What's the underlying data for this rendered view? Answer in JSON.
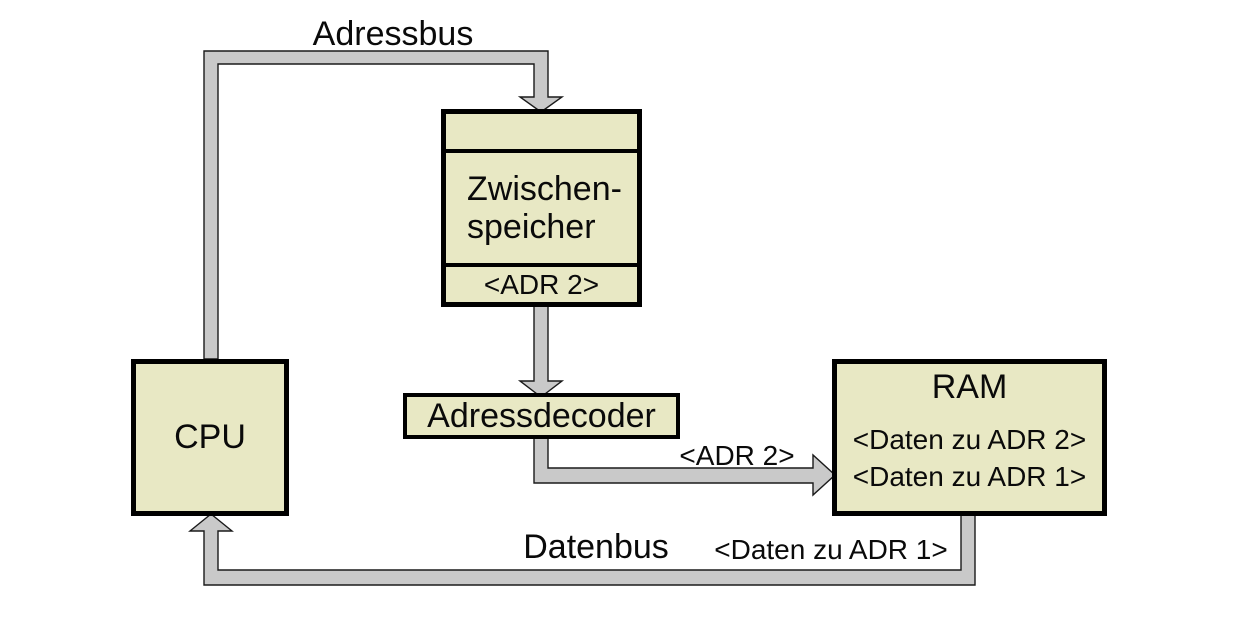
{
  "labels": {
    "adressbus": "Adressbus",
    "datenbus": "Datenbus"
  },
  "cpu": {
    "label": "CPU"
  },
  "buffer": {
    "name_line1": "Zwischen-",
    "name_line2": "speicher",
    "register": "<ADR 2>"
  },
  "decoder": {
    "label": "Adressdecoder"
  },
  "ram": {
    "title": "RAM",
    "cells": [
      "<Daten zu ADR 2>",
      "<Daten zu ADR 1>"
    ]
  },
  "bus_labels": {
    "adr2": "<ADR 2>",
    "daten_zu_adr1": "<Daten zu ADR 1>"
  },
  "colors": {
    "box_fill": "#e8e8c4",
    "box_border": "#000000",
    "bus_fill": "#c9c9c9",
    "bus_outline": "#1a1a1a",
    "background": "#ffffff",
    "text": "#0a0a0a"
  }
}
